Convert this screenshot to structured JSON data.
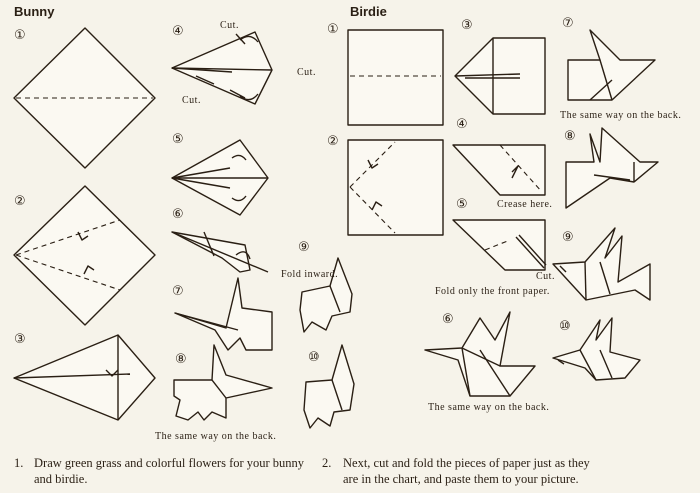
{
  "titles": {
    "bunny": "Bunny",
    "birdie": "Birdie"
  },
  "bunny_steps": [
    "①",
    "②",
    "③",
    "④",
    "⑤",
    "⑥",
    "⑦",
    "⑧",
    "⑨",
    "⑩"
  ],
  "birdie_steps": [
    "①",
    "②",
    "③",
    "④",
    "⑤",
    "⑥",
    "⑦",
    "⑧",
    "⑨",
    "⑩"
  ],
  "bunny_notes": {
    "cut_top": "Cut.",
    "cut_right": "Cut.",
    "cut_left": "Cut.",
    "fold_inward": "Fold inward.",
    "same_back": "The same way on the back."
  },
  "birdie_notes": {
    "same_back_7": "The same way on the back.",
    "crease": "Crease here.",
    "cut": "Cut.",
    "fold_front": "Fold only the front paper.",
    "same_back_6": "The same way on the back."
  },
  "instructions": [
    {
      "num": "1.",
      "line1": "Draw green grass and colorful flowers for your bunny",
      "line2": "and birdie."
    },
    {
      "num": "2.",
      "line1": "Next, cut and fold the pieces of paper just as they",
      "line2": "are in the chart, and paste them to your picture."
    }
  ]
}
